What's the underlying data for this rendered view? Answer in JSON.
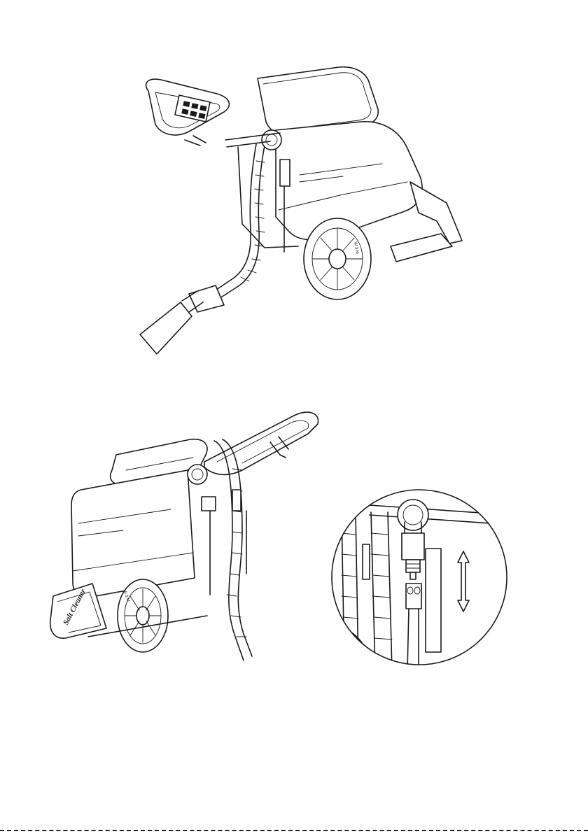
{
  "figures": [
    {
      "id": "top",
      "subject": "carpet-extractor-rear-three-quarter-view"
    },
    {
      "id": "bottom-left",
      "subject": "carpet-extractor-front-three-quarter-view"
    },
    {
      "id": "detail",
      "subject": "hose-quick-coupler-detail"
    }
  ],
  "labels": {
    "brand_mark": "Salt Cleaner",
    "wheel_marking": "W 3 M"
  },
  "icons": {
    "detail_arrow": "double-headed-vertical-arrow-icon"
  }
}
